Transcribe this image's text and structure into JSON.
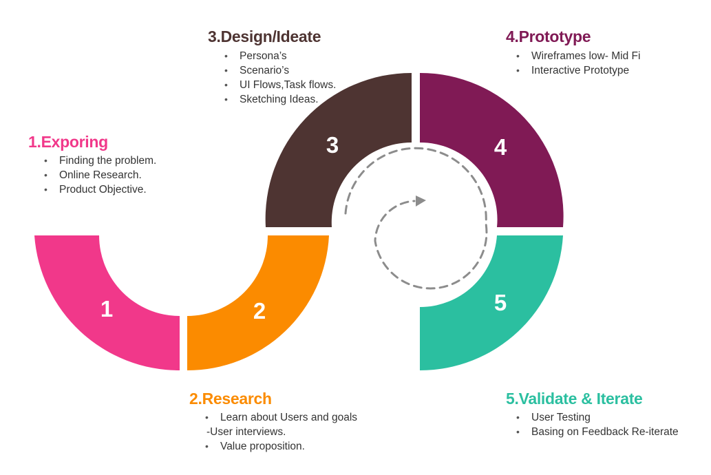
{
  "colors": {
    "stage1": "#F1388A",
    "stage2": "#FB8B00",
    "stage3": "#4E3432",
    "stage4": "#801A55",
    "stage5": "#2BBFA0",
    "arrow": "#8C8C8C"
  },
  "segments": [
    {
      "number": "1"
    },
    {
      "number": "2"
    },
    {
      "number": "3"
    },
    {
      "number": "4"
    },
    {
      "number": "5"
    }
  ],
  "stages": [
    {
      "title": "1.Exporing",
      "bullets": [
        "Finding the problem.",
        "Online Research.",
        "Product Objective."
      ]
    },
    {
      "title": "2.Research",
      "bullets": [
        "Learn about Users and goals",
        "Value proposition."
      ],
      "continuation": "-User interviews."
    },
    {
      "title": "3.Design/Ideate",
      "bullets": [
        "Persona’s",
        "Scenario’s",
        "UI Flows,Task flows.",
        "Sketching Ideas."
      ]
    },
    {
      "title": "4.Prototype",
      "bullets": [
        "Wireframes low- Mid Fi",
        "Interactive Prototype"
      ]
    },
    {
      "title": "5.Validate & Iterate",
      "bullets": [
        "User Testing",
        "Basing on Feedback Re-iterate"
      ]
    }
  ],
  "bullet_glyph": "•"
}
